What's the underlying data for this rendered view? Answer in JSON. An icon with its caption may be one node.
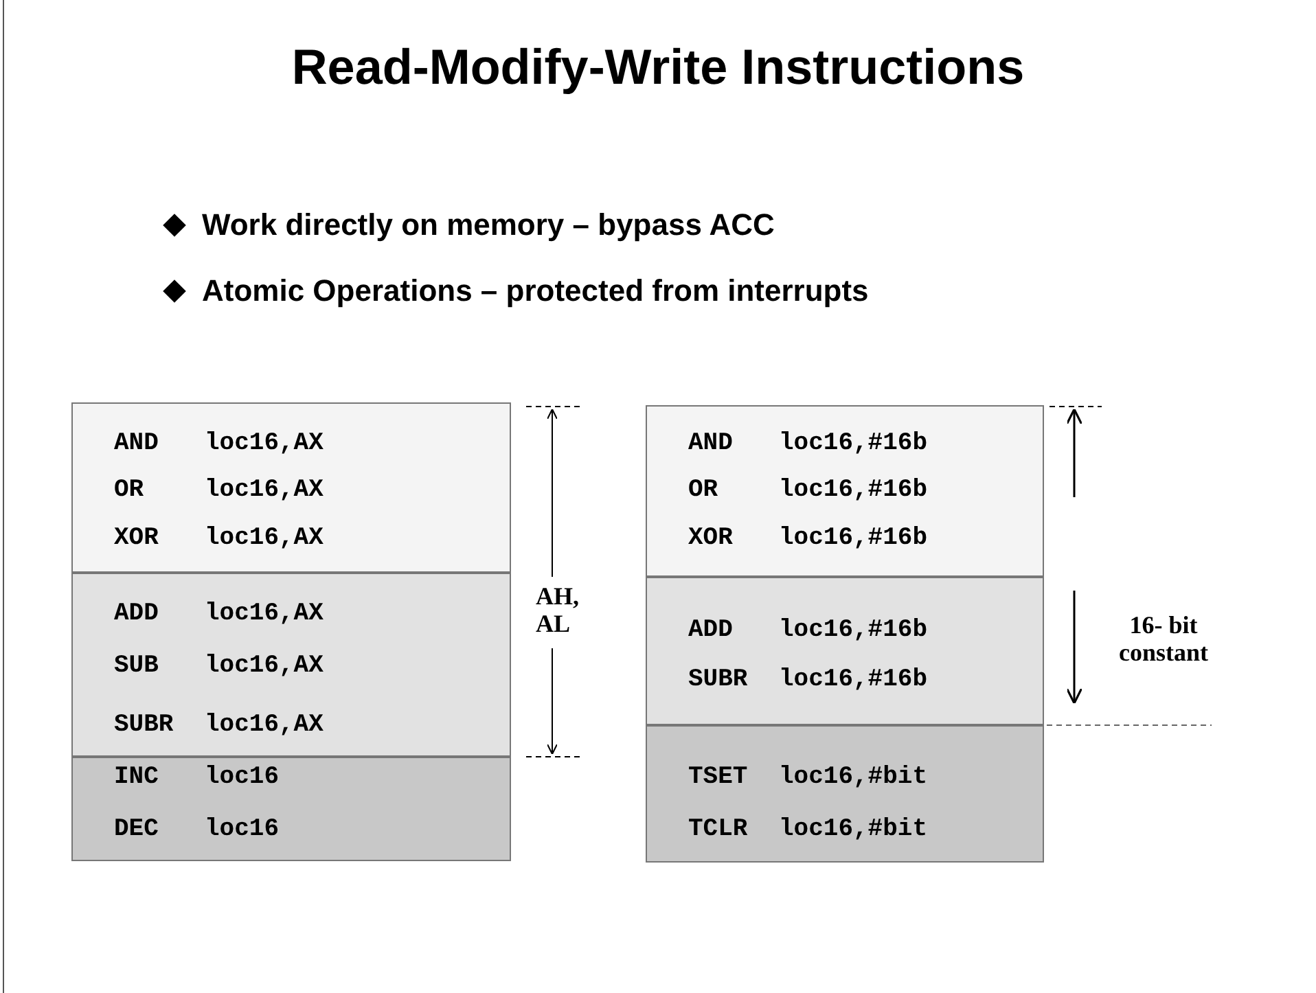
{
  "diagram": {
    "title": "Read-Modify-Write Instructions",
    "nodes": [
      {
        "text": [
          "AND loc16,AX",
          "OR loc16,AX",
          "XOR loc16,AX"
        ]
      },
      {
        "text": [
          "ADD loc16,AX",
          "SUB loc16,AX",
          "SUBR loc16,AX"
        ]
      },
      {
        "text": [
          "INC loc16",
          "DEC loc16"
        ]
      },
      {
        "text": [
          "AND loc16,#16b",
          "OR loc16,#16b",
          "XOR loc16,#16b"
        ]
      },
      {
        "text": [
          "ADD loc16,#16b",
          "SUBR loc16,#16b"
        ]
      },
      {
        "text": [
          "TSET loc16,#bit",
          "TCLR loc16,#bit"
        ]
      }
    ],
    "edges": [],
    "labels": [
      "Work directly on memory – bypass ACC",
      "Atomic Operations – protected from interrupts",
      "AH, AL",
      "16- bit constant"
    ]
  }
}
